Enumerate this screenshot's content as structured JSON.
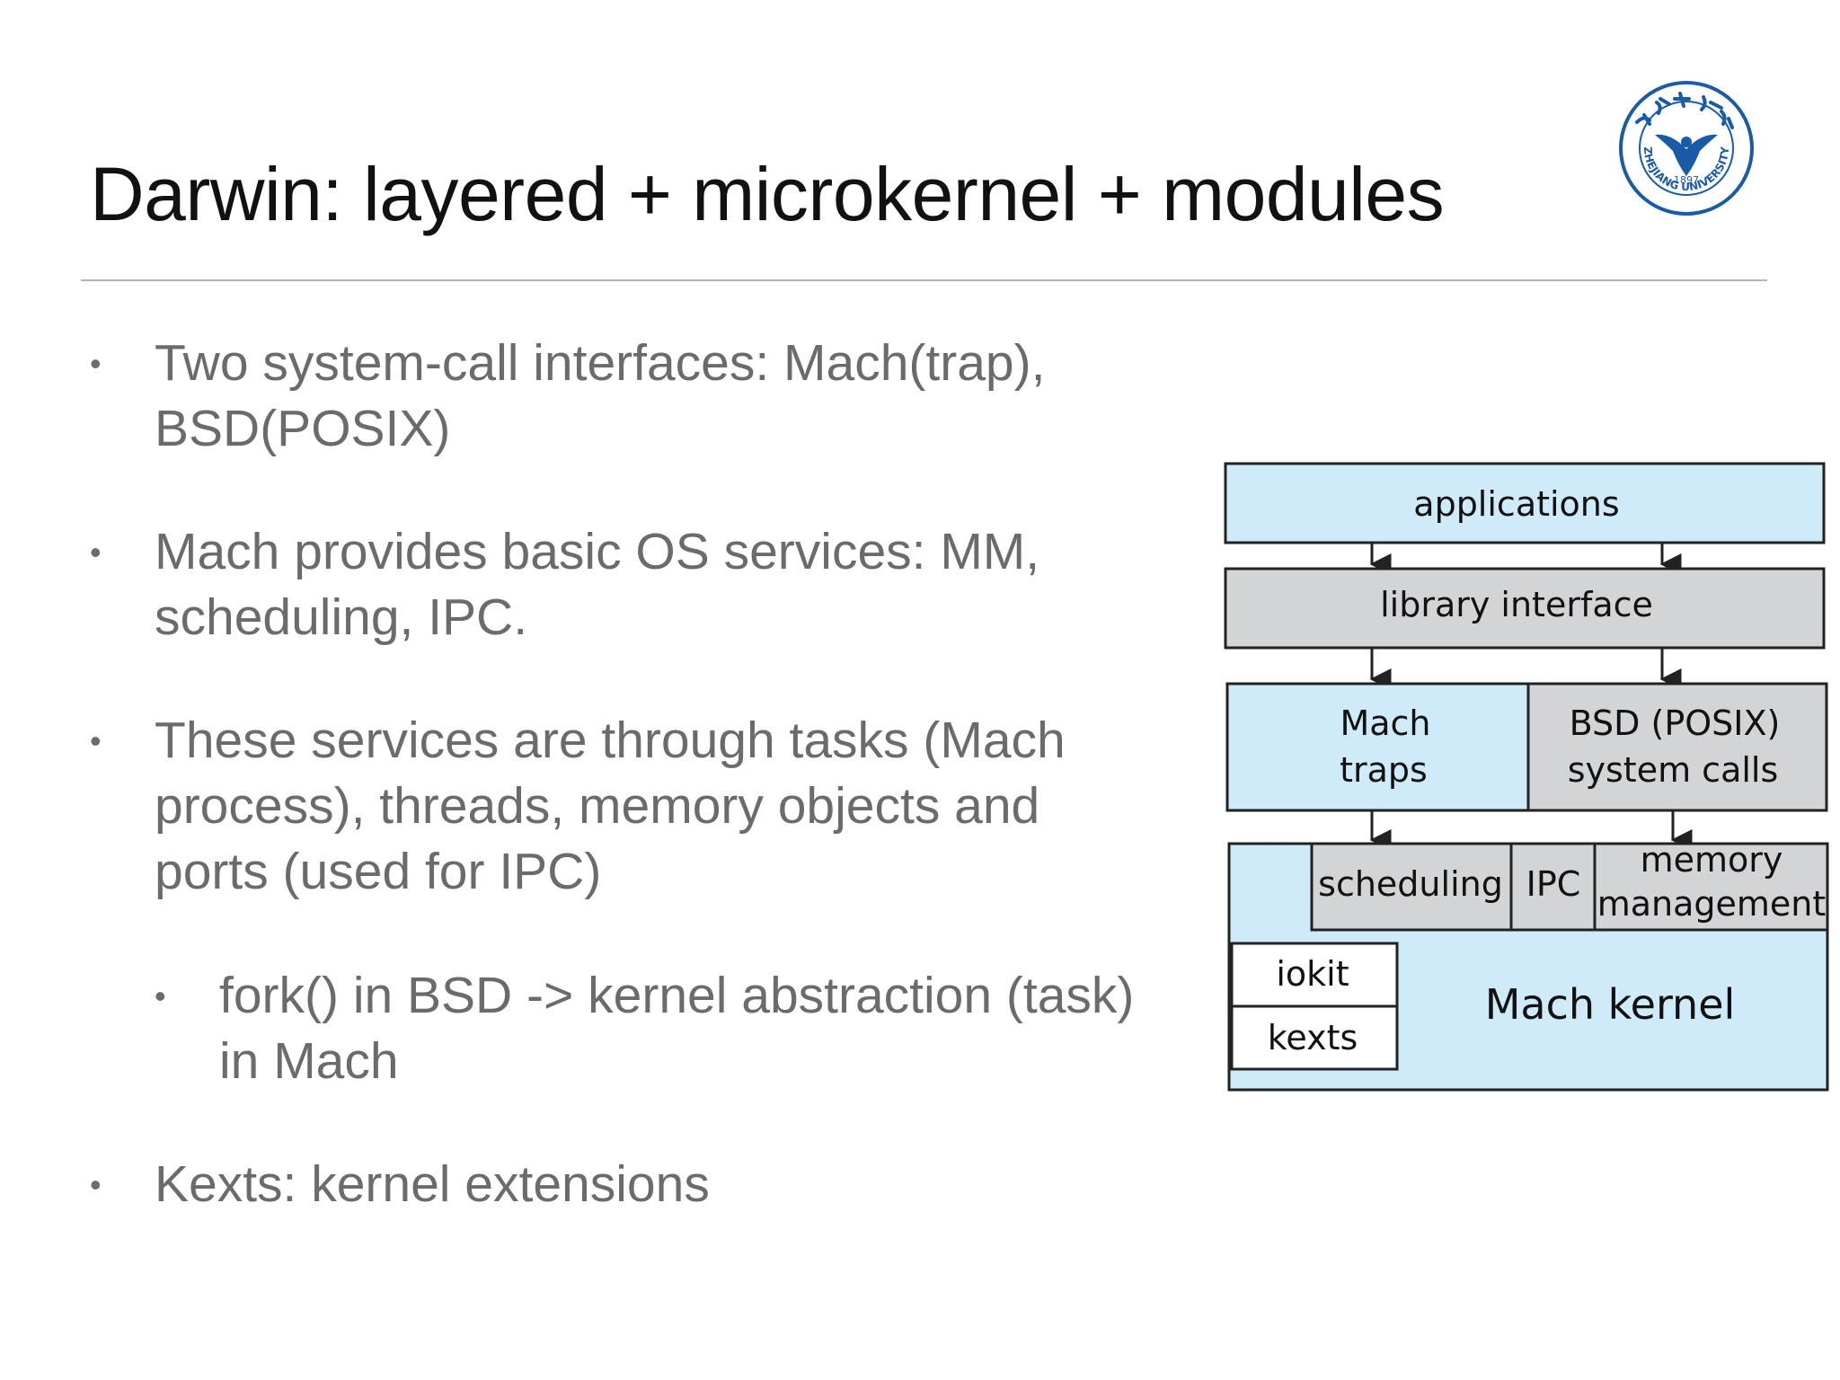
{
  "slide": {
    "title": "Darwin: layered + microkernel + modules"
  },
  "logo": {
    "text": "ZHEJIANG UNIVERSITY",
    "year": "1897",
    "colors": {
      "primary": "#1a5ba8"
    }
  },
  "bullets": [
    {
      "level": 1,
      "lines": [
        "Two system-call interfaces: Mach(trap),",
        "BSD(POSIX)"
      ]
    },
    {
      "level": 1,
      "lines": [
        "Mach provides basic OS services: MM,",
        "scheduling, IPC."
      ]
    },
    {
      "level": 1,
      "lines": [
        "These services are through tasks (Mach",
        "process), threads, memory objects and",
        "ports (used for IPC)"
      ]
    },
    {
      "level": 2,
      "lines": [
        "fork() in BSD -> kernel abstraction (task)",
        "in Mach"
      ]
    },
    {
      "level": 1,
      "lines": [
        "Kexts: kernel extensions"
      ]
    }
  ],
  "diagram": {
    "colors": {
      "blue": "#cfeaf8",
      "gray": "#d3d4d6",
      "border": "#222222",
      "white": "#ffffff"
    },
    "applications": "applications",
    "library_interface": "library interface",
    "mach_traps": [
      "Mach",
      "traps"
    ],
    "bsd_calls": [
      "BSD (POSIX)",
      "system calls"
    ],
    "scheduling": "scheduling",
    "ipc": "IPC",
    "memory_management": [
      "memory",
      "management"
    ],
    "iokit": "iokit",
    "kexts": "kexts",
    "mach_kernel": "Mach kernel"
  }
}
